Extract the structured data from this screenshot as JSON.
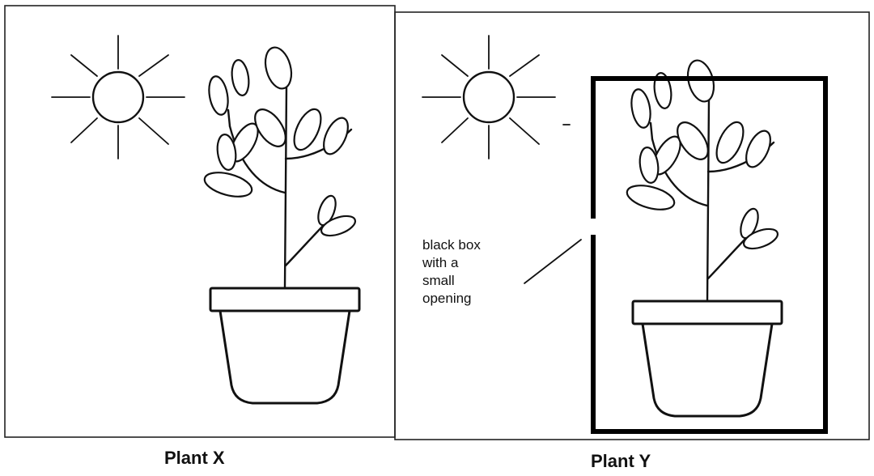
{
  "panels": [
    {
      "caption": "Plant X"
    },
    {
      "caption": "Plant Y"
    }
  ],
  "annotation": {
    "lines": [
      "black box",
      "with a",
      "small",
      "opening"
    ]
  }
}
